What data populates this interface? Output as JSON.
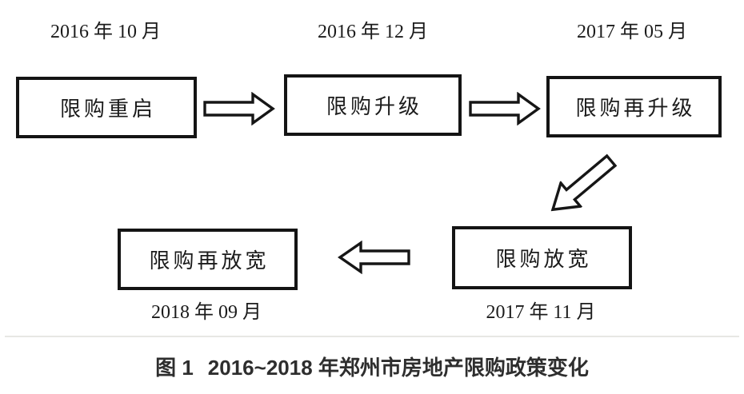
{
  "figure": {
    "number": "图 1",
    "title": "2016~2018 年郑州市房地产限购政策变化",
    "nodes": [
      {
        "label": "限购重启",
        "date": "2016 年 10 月"
      },
      {
        "label": "限购升级",
        "date": "2016 年 12 月"
      },
      {
        "label": "限购再升级",
        "date": "2017 年 05 月"
      },
      {
        "label": "限购放宽",
        "date": "2017 年 11 月"
      },
      {
        "label": "限购再放宽",
        "date": "2018 年 09 月"
      }
    ],
    "flow": [
      {
        "from": "限购重启",
        "to": "限购升级",
        "icon": "arrow-right-icon"
      },
      {
        "from": "限购升级",
        "to": "限购再升级",
        "icon": "arrow-right-icon"
      },
      {
        "from": "限购再升级",
        "to": "限购放宽",
        "icon": "arrow-down-left-icon"
      },
      {
        "from": "限购放宽",
        "to": "限购再放宽",
        "icon": "arrow-left-icon"
      }
    ],
    "colors": {
      "background": "#ffffff",
      "box_border": "#141414",
      "arrow_stroke": "#161616",
      "text": "#1b1b1b",
      "caption_text": "#2e2e2e",
      "divider": "#e7e7e4"
    }
  }
}
